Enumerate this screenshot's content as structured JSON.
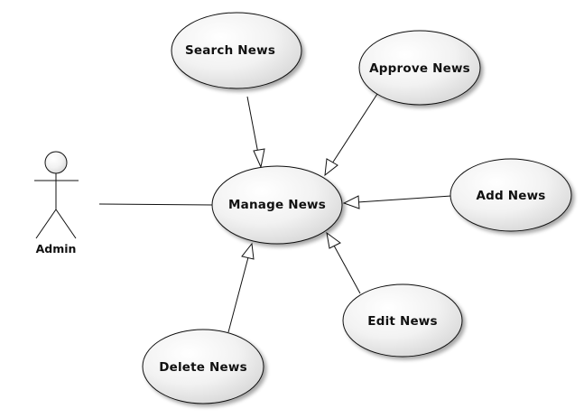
{
  "diagram": {
    "type": "use-case",
    "actor": {
      "label": "Admin"
    },
    "central_use_case": {
      "label": "Manage News"
    },
    "extending_use_cases": [
      {
        "label": "Search News"
      },
      {
        "label": "Approve News"
      },
      {
        "label": "Add News"
      },
      {
        "label": "Edit News"
      },
      {
        "label": "Delete News"
      }
    ],
    "colors": {
      "line": "#111111",
      "ellipse_light": "#ffffff",
      "ellipse_mid": "#f2f2f2",
      "ellipse_dark": "#d8d8d8",
      "shadow": "#bfbfbf"
    }
  }
}
